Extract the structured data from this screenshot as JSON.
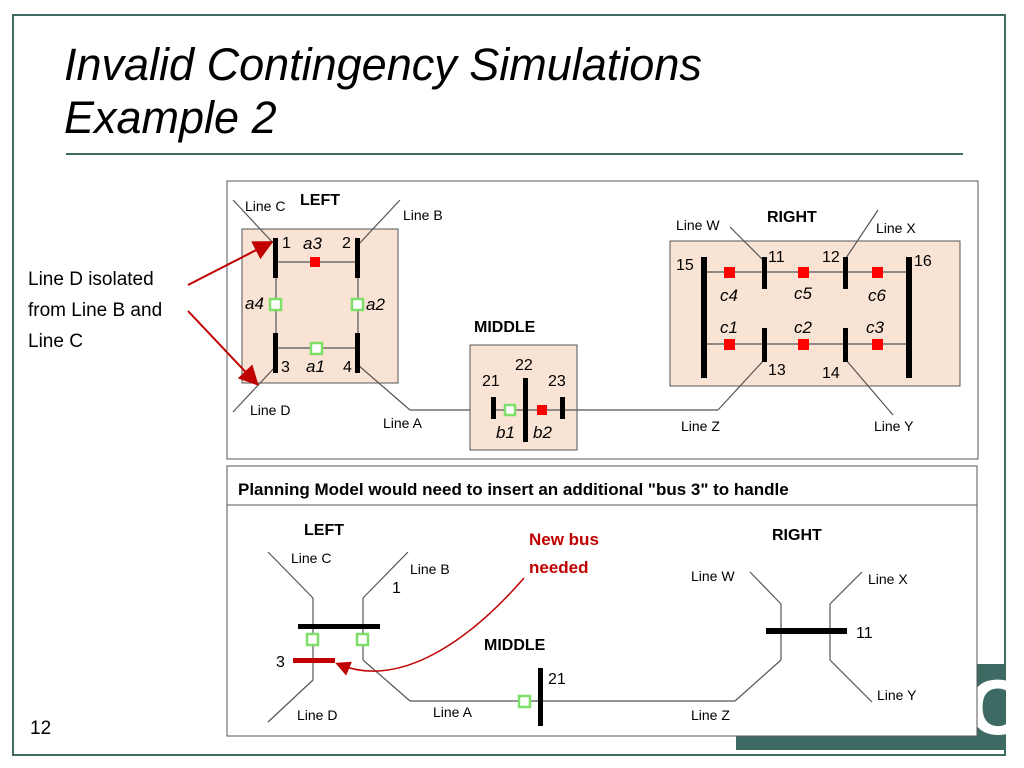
{
  "slide": {
    "title_line1": "Invalid Contingency Simulations",
    "title_line2": "Example 2",
    "side_note_lines": [
      "Line D isolated",
      "from Line B and",
      "Line C"
    ],
    "page_number": "12",
    "logo_letter": "C"
  },
  "colors": {
    "frame": "#3d6a62",
    "substation_fill": "#f9e3d5",
    "closed_breaker": "#ff0000",
    "open_breaker": "#7ee068",
    "new_bus": "#c00000",
    "arrow": "#c00000"
  },
  "top_diagram": {
    "left": {
      "title": "LEFT",
      "lines": [
        "Line C",
        "Line B",
        "Line D"
      ],
      "buses": [
        "1",
        "2",
        "3",
        "4"
      ],
      "breakers": [
        {
          "label": "a3",
          "state": "closed"
        },
        {
          "label": "a4",
          "state": "open"
        },
        {
          "label": "a2",
          "state": "open"
        },
        {
          "label": "a1",
          "state": "open"
        }
      ]
    },
    "middle": {
      "title": "MIDDLE",
      "buses": [
        "21",
        "22",
        "23"
      ],
      "line": "Line A",
      "breakers": [
        {
          "label": "b1",
          "state": "open"
        },
        {
          "label": "b2",
          "state": "closed"
        }
      ]
    },
    "right": {
      "title": "RIGHT",
      "lines": [
        "Line W",
        "Line X",
        "Line Z",
        "Line Y"
      ],
      "buses": [
        "15",
        "11",
        "12",
        "16",
        "13",
        "14"
      ],
      "breakers": [
        {
          "label": "c4",
          "state": "closed"
        },
        {
          "label": "c5",
          "state": "closed"
        },
        {
          "label": "c6",
          "state": "closed"
        },
        {
          "label": "c1",
          "state": "closed"
        },
        {
          "label": "c2",
          "state": "closed"
        },
        {
          "label": "c3",
          "state": "closed"
        }
      ]
    }
  },
  "bottom_diagram": {
    "heading": "Planning Model would need to insert an additional \"bus 3\" to handle",
    "left_title": "LEFT",
    "right_title": "RIGHT",
    "middle_title": "MIDDLE",
    "new_bus_callout": [
      "New bus",
      "needed"
    ],
    "line_c": "Line C",
    "line_b": "Line B",
    "line_d": "Line D",
    "line_a": "Line A",
    "line_w": "Line W",
    "line_x": "Line X",
    "line_y": "Line Y",
    "line_z": "Line Z",
    "bus_1": "1",
    "bus_3": "3",
    "bus_11": "11",
    "bus_21": "21"
  }
}
